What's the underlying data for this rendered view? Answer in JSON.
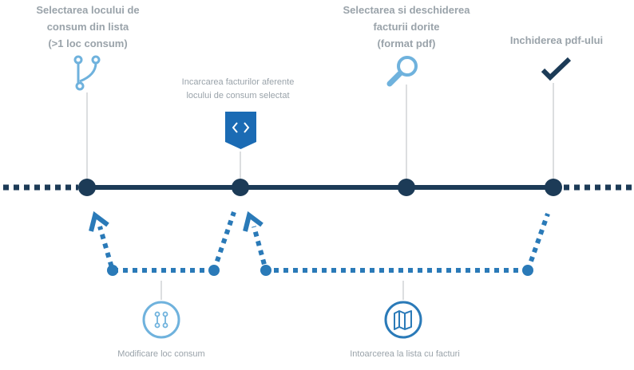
{
  "colors": {
    "timeline": "#1c3b57",
    "accent": "#2a7ab8",
    "accent_light": "#6fb2dd",
    "connector": "#b8bdc2",
    "label_text": "#9aa3aa",
    "badge_fill": "#1b6bb4"
  },
  "steps": [
    {
      "id": "select-location",
      "label_lines": [
        "Selectarea locului de",
        "consum din lista",
        "(>1 loc consum)"
      ],
      "icon": "branch-icon"
    },
    {
      "id": "load-invoices",
      "label_lines": [
        "Incarcarea facturilor aferente",
        "locului de consum selectat"
      ],
      "icon": "code-badge-icon"
    },
    {
      "id": "open-invoices",
      "label_lines": [
        "Selectarea si deschiderea",
        "facturii dorite",
        "(format pdf)"
      ],
      "icon": "magnifier-icon"
    },
    {
      "id": "close-pdf",
      "label_lines": [
        "Inchiderea pdf-ului"
      ],
      "icon": "checkmark-icon"
    }
  ],
  "loops": [
    {
      "id": "change-location",
      "label": "Modificare loc consum",
      "icon": "branch-circle-icon"
    },
    {
      "id": "return-to-list",
      "label": "Intoarcerea la lista cu facturi",
      "icon": "map-circle-icon"
    }
  ]
}
